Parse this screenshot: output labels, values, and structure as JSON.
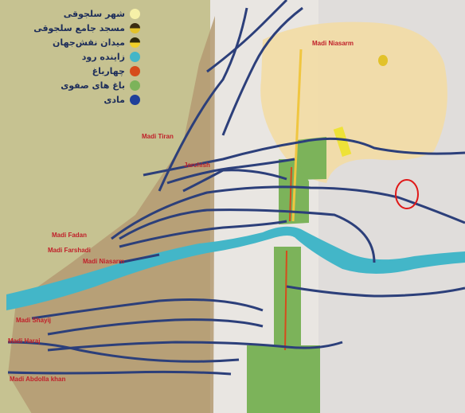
{
  "legend": [
    {
      "label": "شهر سلجوقی",
      "color": "#f6f0a8"
    },
    {
      "label": "مسجد جامع سلجوقی",
      "color": "#3a2c10"
    },
    {
      "label": "میدان نقش‌جهان",
      "color": "#2e2a0c"
    },
    {
      "label": "زاینده رود",
      "color": "#43b6c8"
    },
    {
      "label": "چهارباغ",
      "color": "#d64b1c"
    },
    {
      "label": "باغ های صفوی",
      "color": "#7cb35a"
    },
    {
      "label": "مادی",
      "color": "#1f3f9a"
    }
  ],
  "madi_labels": {
    "niasarm": "Madi Niasarm",
    "tiran": "Madi Tiran",
    "jarchish": "Jarchish",
    "fadan": "Madi Fadan",
    "farshadi": "Madi Farshadi",
    "niasarm2": "Madi Niasarm",
    "shayij": "Madi Shayij",
    "haraj": "Madi Haraj",
    "abdolla": "Madi Abdolla khan"
  },
  "colors": {
    "river": "#43b6c8",
    "madi": "#2c3f7a",
    "garden": "#7cb35a",
    "chaharbagh": "#d64b1c",
    "seljuk_city": "#f3dca4",
    "label": "#c0202a"
  }
}
